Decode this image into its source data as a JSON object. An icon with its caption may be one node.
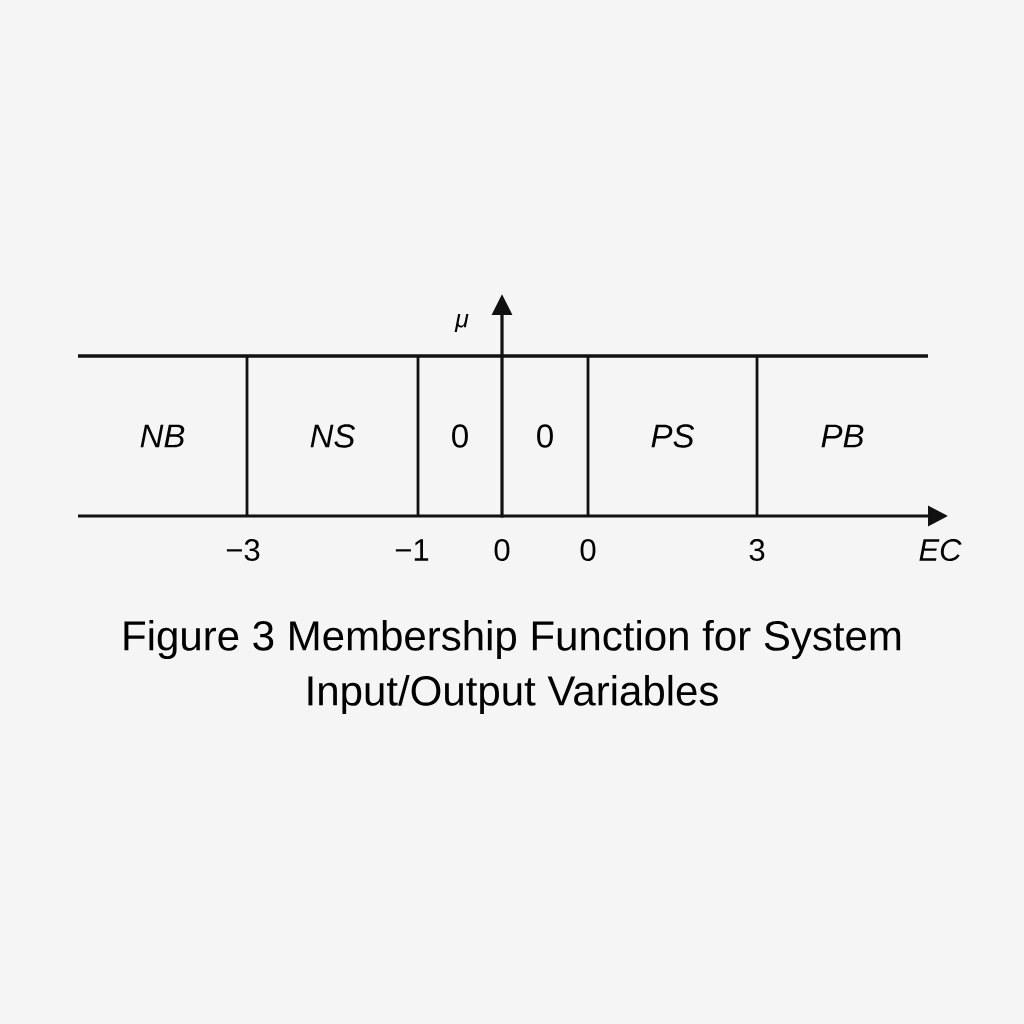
{
  "diagram": {
    "caption": "Figure 3 Membership Function for System Input/Output Variables",
    "nodes": [
      {
        "text": [
          "NB"
        ]
      },
      {
        "text": [
          "NS"
        ]
      },
      {
        "text": [
          "0"
        ]
      },
      {
        "text": [
          "0"
        ]
      },
      {
        "text": [
          "PS"
        ]
      },
      {
        "text": [
          "PB"
        ]
      }
    ],
    "labels": [
      "μ",
      "−3",
      "−1",
      "0",
      "0",
      "3",
      "EC"
    ]
  }
}
